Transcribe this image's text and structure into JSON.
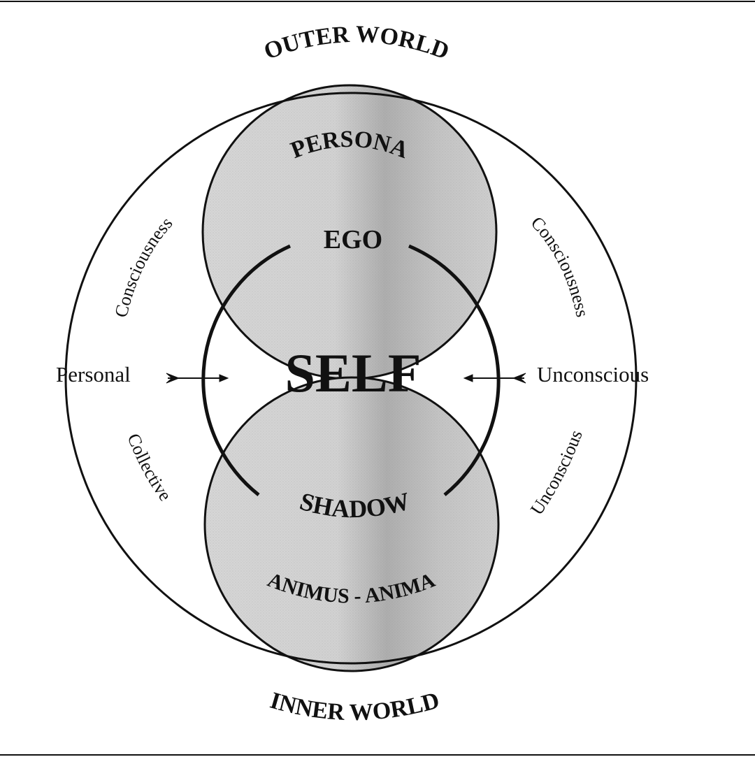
{
  "labels": {
    "outer_world": "OUTER WORLD",
    "inner_world": "INNER WORLD",
    "persona": "PERSONA",
    "ego": "EGO",
    "self": "SELF",
    "shadow": "SHADOW",
    "animus_anima": "ANIMUS - ANIMA",
    "consciousness_left": "Consciousness",
    "consciousness_right": "Consciousness",
    "collective": "Collective",
    "unconscious_right": "Unconscious",
    "personal": "Personal",
    "unconscious_side": "Unconscious"
  },
  "colors": {
    "line": "#111111",
    "shade_light": "#d9d9d9",
    "shade_dark": "#a9a9a9",
    "background": "#ffffff"
  }
}
